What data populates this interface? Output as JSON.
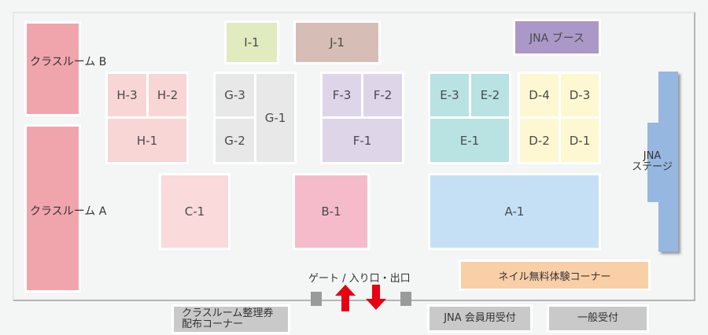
{
  "booths": {
    "classroom_b": "クラスルーム B",
    "classroom_a": "クラスルーム A",
    "i1": "I-1",
    "j1": "J-1",
    "jna_booth": "JNA ブース",
    "h3": "H-3",
    "h2": "H-2",
    "h1": "H-1",
    "g3": "G-3",
    "g2": "G-2",
    "g1": "G-1",
    "f3": "F-3",
    "f2": "F-2",
    "f1": "F-1",
    "e3": "E-3",
    "e2": "E-2",
    "e1": "E-1",
    "d4": "D-4",
    "d3": "D-3",
    "d2": "D-2",
    "d1": "D-1",
    "c1": "C-1",
    "b1": "B-1",
    "a1": "A-1",
    "jna_stage_1": "JNA",
    "jna_stage_2": "ステージ",
    "nail": "ネイル無料体験コーナー"
  },
  "gate": "ゲート / 入り口・出口",
  "outside": {
    "ticket_1": "クラスルーム整理券",
    "ticket_2": "配布コーナー",
    "jna_reception": "JNA 会員用受付",
    "general_reception": "一般受付"
  },
  "colors": {
    "classroom": "#f0a5ad",
    "arrow": "#e60012",
    "stage": "#96b7e0"
  }
}
